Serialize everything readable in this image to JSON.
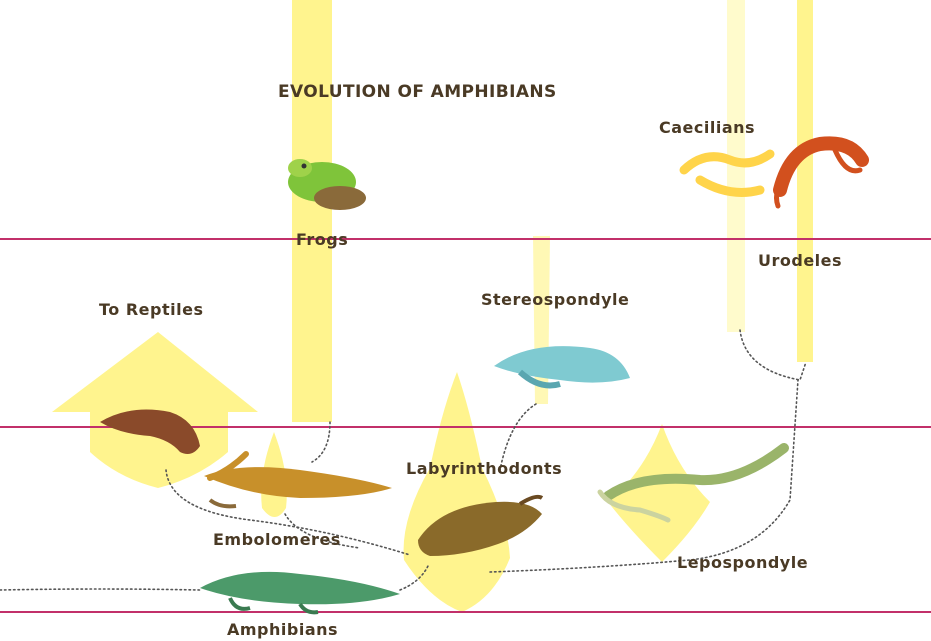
{
  "title": "EVOLUTION OF AMPHIBIANS",
  "labels": {
    "caecilians": "Caecilians",
    "frogs": "Frogs",
    "urodeles": "Urodeles",
    "to_reptiles": "To Reptiles",
    "stereospondyle": "Stereospondyle",
    "labyrinthodonts": "Labyrinthodonts",
    "embolomeres": "Embolomeres",
    "lepospondyle": "Lepospondyle",
    "amphibians": "Amphibians"
  },
  "colors": {
    "lineage_fill": "#fff37a",
    "time_line": "#c2306a",
    "label_text": "#4a3a25",
    "connector": "#555555"
  }
}
